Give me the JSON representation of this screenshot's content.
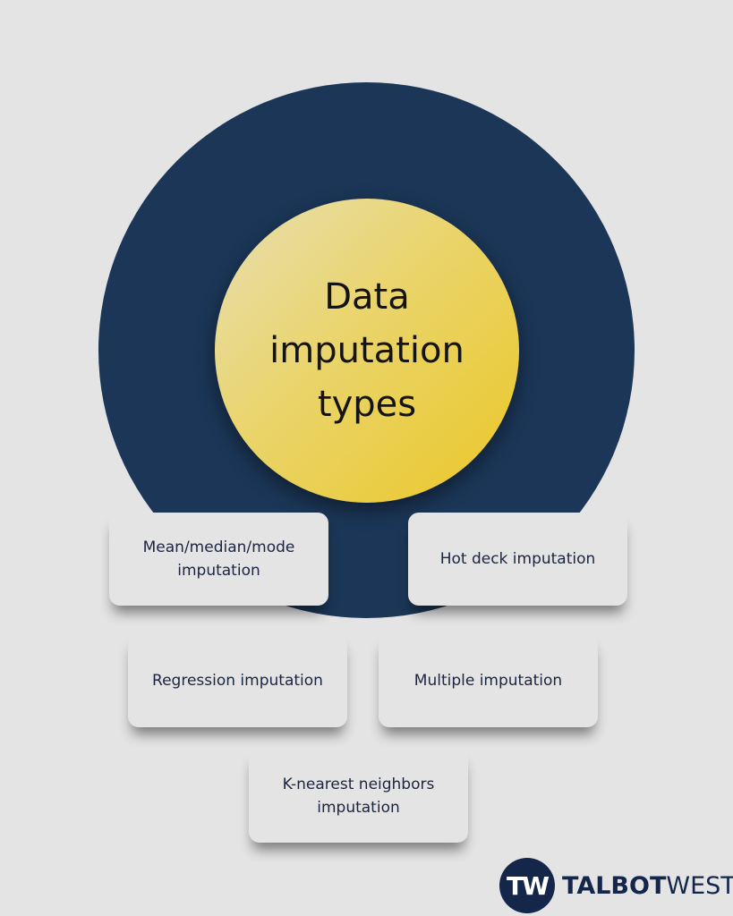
{
  "center": {
    "title": "Data imputation types"
  },
  "cards": [
    {
      "label": "Mean/median/mode imputation"
    },
    {
      "label": "Hot deck imputation"
    },
    {
      "label": "Regression imputation"
    },
    {
      "label": "Multiple imputation"
    },
    {
      "label": "K-nearest neighbors imputation"
    }
  ],
  "logo": {
    "mark": "TW",
    "name_bold": "TALBOT",
    "name_light": "WEST"
  },
  "colors": {
    "background": "#e4e4e5",
    "navy": "#1b3657",
    "gold": "#ebc726"
  }
}
